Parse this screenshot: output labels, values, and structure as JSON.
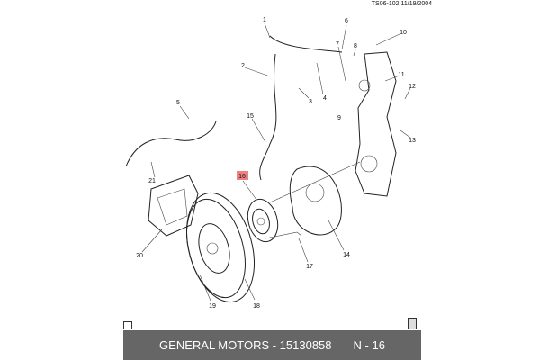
{
  "header": {
    "code": "TS06-102",
    "date": "11/19/2004"
  },
  "callouts": [
    "1",
    "2",
    "3",
    "4",
    "5",
    "6",
    "7",
    "8",
    "9",
    "10",
    "11",
    "12",
    "13",
    "14",
    "15",
    "16",
    "17",
    "18",
    "19",
    "20",
    "21"
  ],
  "highlighted_callout": "16",
  "highlight_color": "#f08080",
  "footer": {
    "manufacturer_part": "GENERAL MOTORS - 15130858",
    "ref": "N - 16",
    "background": "#666666"
  }
}
